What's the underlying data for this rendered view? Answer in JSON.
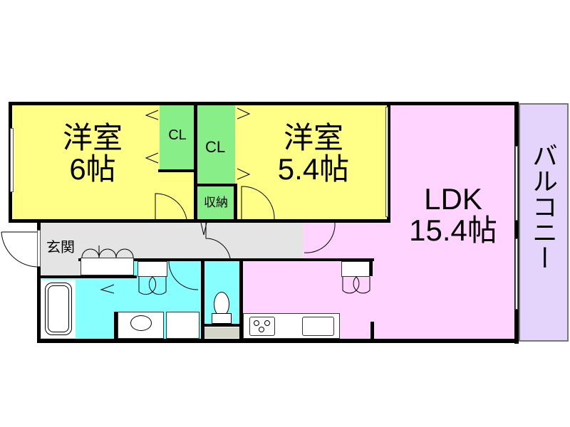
{
  "floorplan": {
    "rooms": {
      "western_room_1": {
        "name": "洋室",
        "size": "6帖",
        "color": "#ffff88"
      },
      "western_room_2": {
        "name": "洋室",
        "size": "5.4帖",
        "color": "#ffff88"
      },
      "closet_1": {
        "label": "CL",
        "color": "#88ee88"
      },
      "closet_2": {
        "label": "CL",
        "color": "#88ee88"
      },
      "storage": {
        "label": "収納",
        "color": "#88ee88"
      },
      "ldk": {
        "name": "LDK",
        "size": "15.4帖",
        "color": "#ffd4ff"
      },
      "balcony": {
        "label": "バルコニー",
        "color": "#e4d4fc"
      },
      "entrance": {
        "label": "玄関",
        "color": "#e4e4e4"
      },
      "hallway": {
        "color": "#e4e4e4"
      },
      "bathroom": {
        "color": "#88ffff"
      },
      "washroom": {
        "color": "#88ffff"
      },
      "toilet": {
        "color": "#88ffff"
      }
    },
    "fixtures": [
      "bathtub-icon",
      "washbasin-icon",
      "washing-machine-space",
      "toilet-icon",
      "stove-icon",
      "sink-icon",
      "shoe-cabinet"
    ]
  }
}
